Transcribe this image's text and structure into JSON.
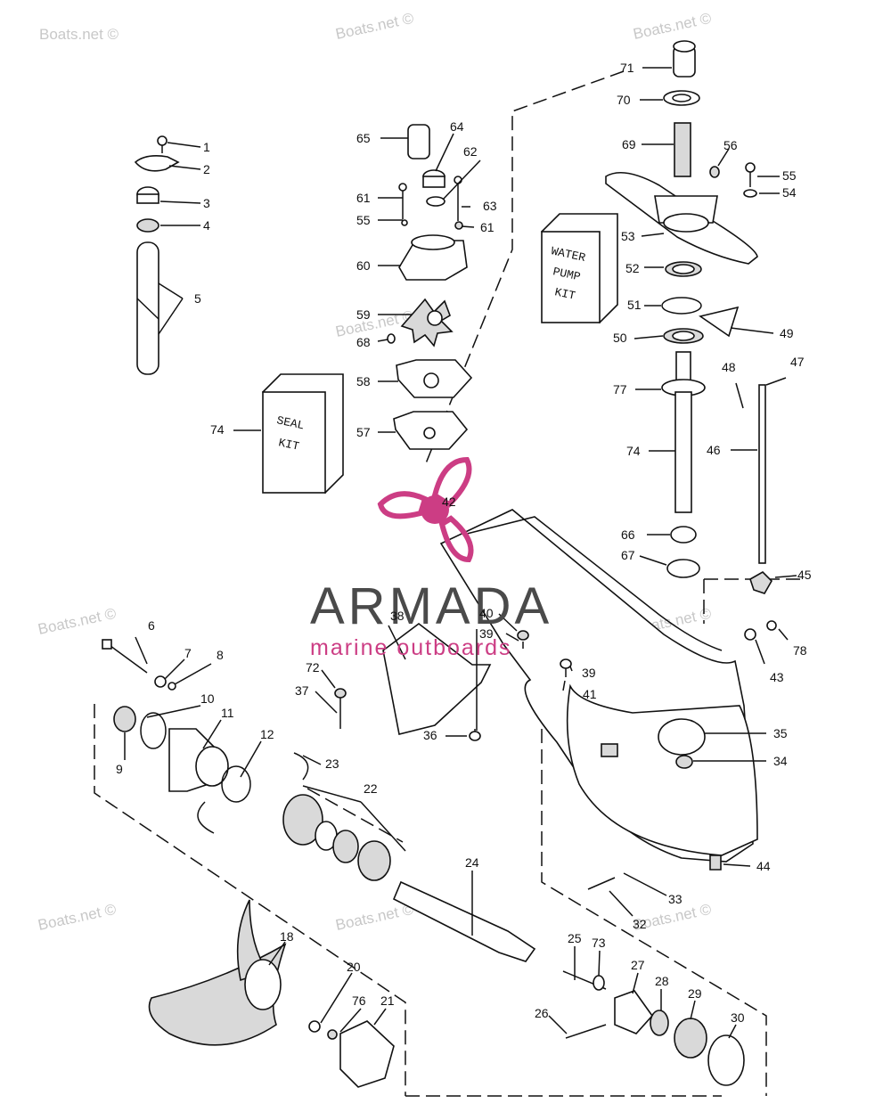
{
  "watermark": "Boats.net ©",
  "logo": {
    "name": "ARMADA",
    "tagline": "marine outboards",
    "accent_color": "#cc3d84",
    "text_color": "#4a4a4a"
  },
  "kits": {
    "water_pump": [
      "WATER",
      "PUMP",
      "KIT"
    ],
    "seal": [
      "SEAL",
      "KIT"
    ]
  },
  "callouts": [
    "1",
    "2",
    "3",
    "4",
    "5",
    "6",
    "7",
    "8",
    "9",
    "10",
    "11",
    "12",
    "18",
    "20",
    "21",
    "22",
    "23",
    "24",
    "25",
    "26",
    "27",
    "28",
    "29",
    "30",
    "32",
    "33",
    "34",
    "35",
    "36",
    "37",
    "38",
    "39",
    "40",
    "41",
    "42",
    "43",
    "44",
    "45",
    "46",
    "47",
    "48",
    "49",
    "50",
    "51",
    "52",
    "53",
    "54",
    "55",
    "56",
    "57",
    "58",
    "59",
    "60",
    "61",
    "62",
    "63",
    "64",
    "65",
    "66",
    "67",
    "68",
    "69",
    "70",
    "71",
    "72",
    "73",
    "74",
    "76",
    "77",
    "78"
  ]
}
